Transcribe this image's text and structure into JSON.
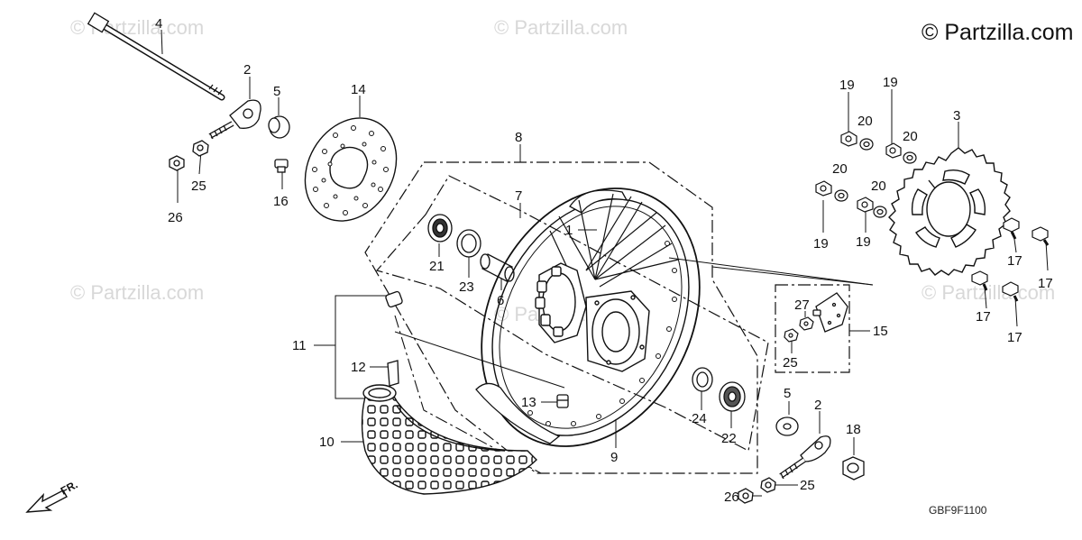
{
  "copyright": "© Partzilla.com",
  "watermark": "© Partzilla.com",
  "diagram_code": "GBF9F1100",
  "direction_label": "FR.",
  "callouts": {
    "c1": "1",
    "c2a": "2",
    "c2b": "2",
    "c3": "3",
    "c4": "4",
    "c5a": "5",
    "c5b": "5",
    "c6": "6",
    "c7": "7",
    "c8": "8",
    "c9": "9",
    "c10": "10",
    "c11": "11",
    "c12": "12",
    "c13": "13",
    "c14": "14",
    "c15": "15",
    "c16": "16",
    "c17a": "17",
    "c17b": "17",
    "c17c": "17",
    "c17d": "17",
    "c18": "18",
    "c19a": "19",
    "c19b": "19",
    "c19c": "19",
    "c19d": "19",
    "c20a": "20",
    "c20b": "20",
    "c20c": "20",
    "c20d": "20",
    "c21": "21",
    "c22": "22",
    "c23": "23",
    "c24": "24",
    "c25a": "25",
    "c25b": "25",
    "c25c": "25",
    "c26a": "26",
    "c26b": "26",
    "c27": "27"
  }
}
